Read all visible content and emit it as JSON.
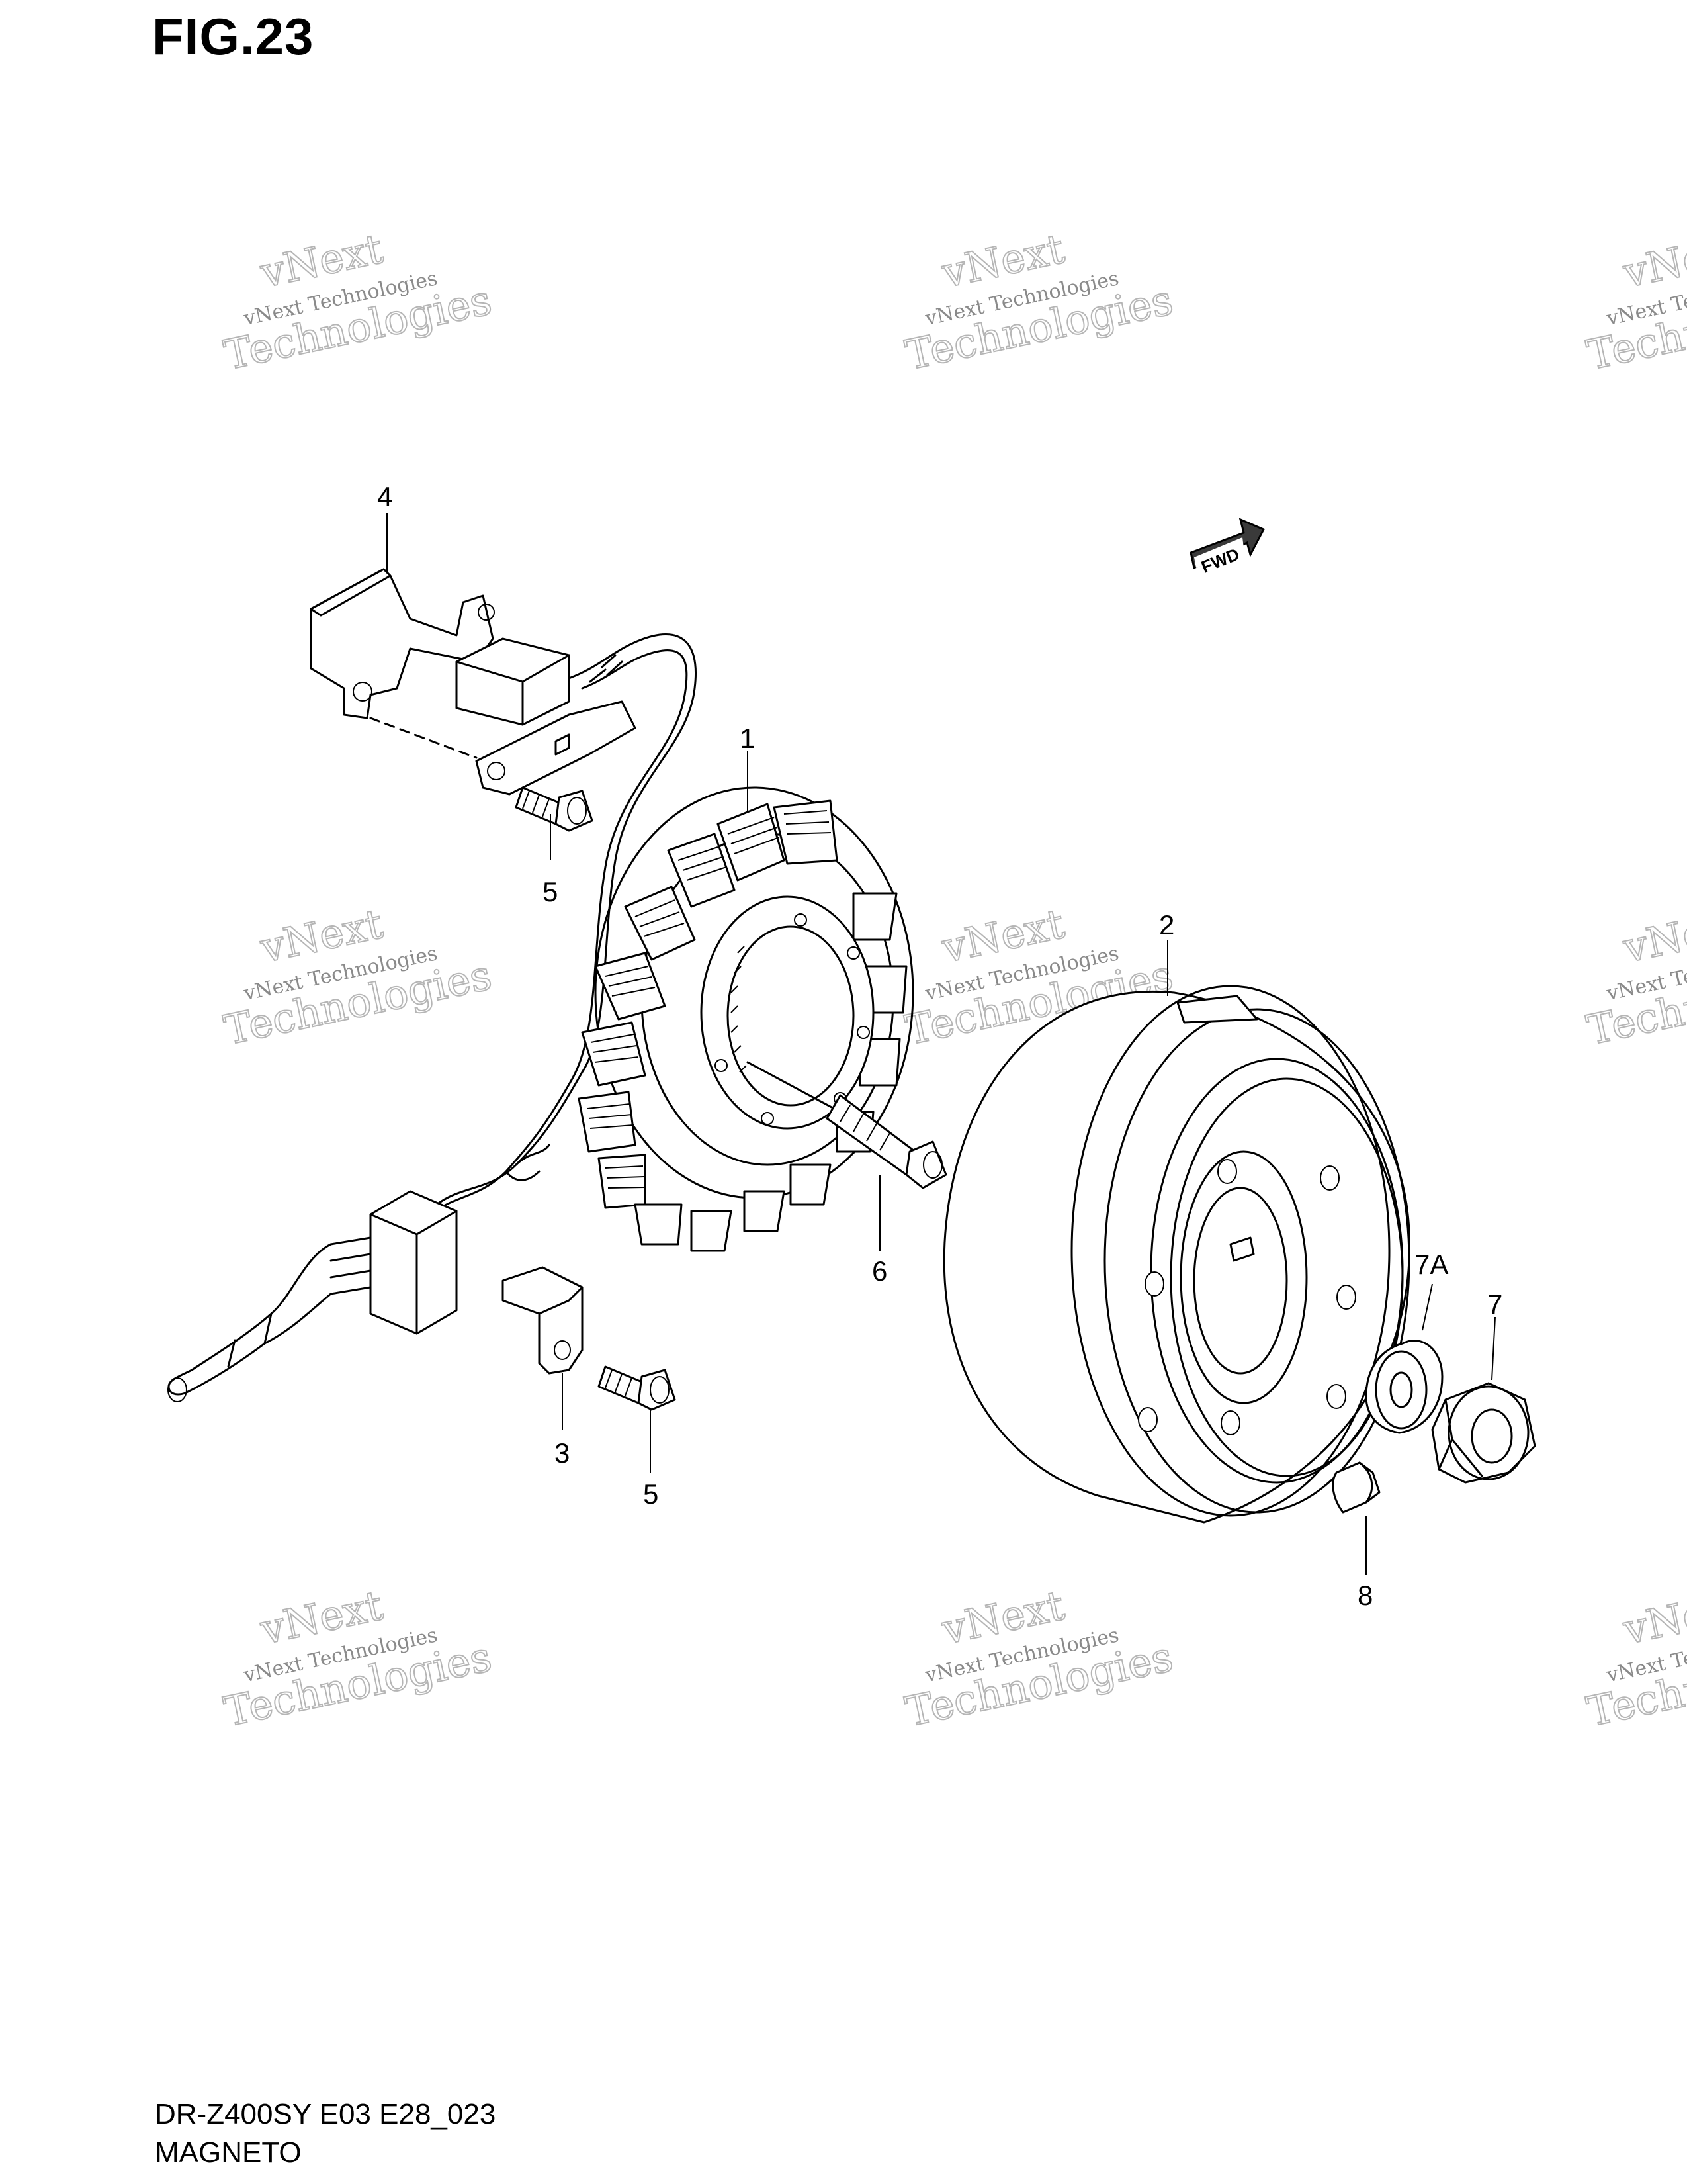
{
  "figure": {
    "title": "FIG.23"
  },
  "footer": {
    "model_code": "DR-Z400SY E03 E28_023",
    "section_name": "MAGNETO"
  },
  "direction_badge": {
    "label": "FWD"
  },
  "watermark": {
    "line1": "vNext",
    "line2": "vNext Technologies",
    "line3": "Technologies"
  },
  "callouts": {
    "stator": "1",
    "rotor": "2",
    "clamp": "3",
    "lead_wire_guide": "4",
    "bolt_upper": "5",
    "bolt_lower": "5",
    "stator_bolt": "6",
    "washer": "7A",
    "rotor_nut": "7",
    "key": "8"
  }
}
